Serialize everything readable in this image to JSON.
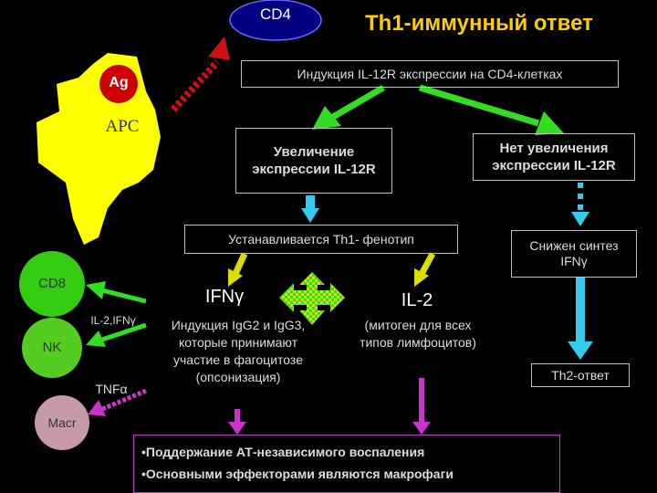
{
  "title": "Th1-иммунный ответ",
  "cells": {
    "cd4": "CD4",
    "ag": "Ag",
    "apc": "APC",
    "cd8": "CD8",
    "nk": "NK",
    "macr": "Macr"
  },
  "boxes": {
    "induction": "Индукция IL-12R экспрессии на CD4-клетках",
    "increase": "Увеличение экспрессии IL-12R",
    "no_increase": "Нет увеличения экспрессии IL-12R",
    "th1_phenotype": "Устанавливается Th1- фенотип",
    "reduced_ifn": "Снижен синтез IFNγ",
    "th2": "Th2-ответ"
  },
  "labels": {
    "ifn": "IFNγ",
    "il2": "IL-2",
    "ifn_desc": "Индукция IgG2 и IgG3, которые принимают участие в фагоцитозе (опсонизация)",
    "il2_desc": "(митоген для всех типов лимфоцитов)",
    "il2_ifn_small": "IL-2,IFNγ",
    "tnf": "TNFα"
  },
  "conclusions": [
    "•Поддержание АТ-независимого воспаления",
    "•Основными эффекторами являются макрофаги"
  ],
  "colors": {
    "title": "#ffcc00",
    "green_arrow": "#33dd22",
    "cyan_arrow": "#33ccee",
    "yellow_arrow": "#dddd00",
    "magenta_arrow": "#cc33cc",
    "apc_cell": "#ffff00",
    "cd4_cell": "#000080",
    "ag_cell": "#cc0000"
  }
}
